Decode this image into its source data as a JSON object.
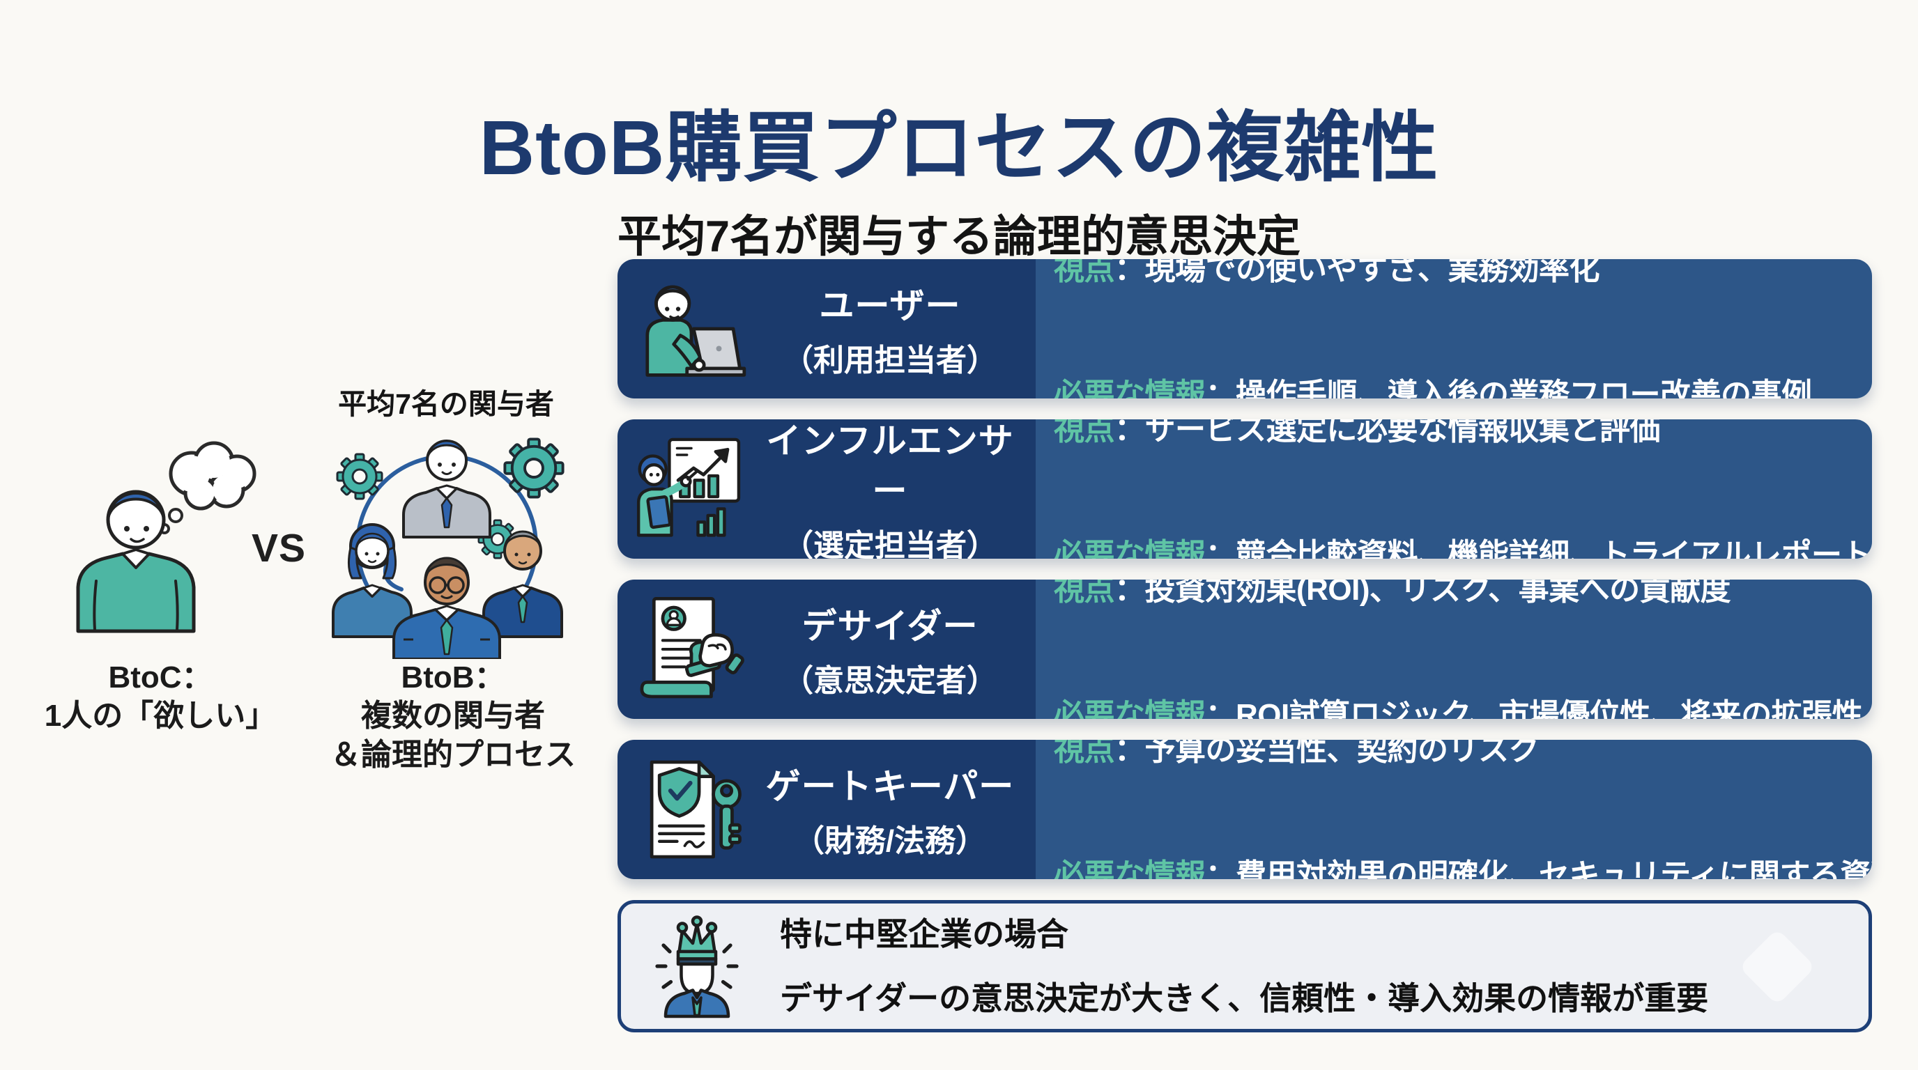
{
  "header": {
    "title": "BtoB購買プロセスの複雑性",
    "subtitle": "平均7名が関与する論理的意思決定"
  },
  "comparison": {
    "group_label": "平均7名の関与者",
    "vs_label": "VS",
    "btoc_caption": {
      "line1": "BtoC：",
      "line2": "1人の「欲しい」"
    },
    "btob_caption": {
      "line1": "BtoB：",
      "line2": "複数の関与者",
      "line3": "＆論理的プロセス"
    },
    "left_illustration": "thinking-person-icon",
    "right_illustration": "stakeholder-group-icon"
  },
  "roles": [
    {
      "icon": "user-laptop-icon",
      "title": "ユーザー",
      "title_sub": "（利用担当者）",
      "viewpoint_label": "視点",
      "viewpoint_text": "：現場での使いやすさ、業務効率化",
      "info_label": "必要な情報",
      "info_text": "：操作手順、導入後の業務フロー改善の事例"
    },
    {
      "icon": "influencer-chart-icon",
      "title": "インフルエンサー",
      "title_sub": "（選定担当者）",
      "viewpoint_label": "視点",
      "viewpoint_text": "：サービス選定に必要な情報収集と評価",
      "info_label": "必要な情報",
      "info_text": "：競合比較資料、機能詳細、トライアルレポート"
    },
    {
      "icon": "decider-stamp-icon",
      "title": "デサイダー",
      "title_sub": "（意思決定者）",
      "viewpoint_label": "視点",
      "viewpoint_text": "：投資対効果(ROI)、リスク、事業への貢献度",
      "info_label": "必要な情報",
      "info_text": "：ROI試算ロジック、市場優位性、将来の拡張性"
    },
    {
      "icon": "gatekeeper-shield-key-icon",
      "title": "ゲートキーパー",
      "title_sub": "（財務/法務）",
      "viewpoint_label": "視点",
      "viewpoint_text": "：予算の妥当性、契約のリスク",
      "info_label": "必要な情報",
      "info_text": "：費用対効果の明確化、セキュリティに関する資料"
    }
  ],
  "note": {
    "icon": "crowned-decider-icon",
    "line1": "特に中堅企業の場合",
    "line2": "デサイダーの意思決定が大きく、信頼性・導入効果の情報が重要"
  },
  "colors": {
    "page_bg": "#faf9f5",
    "title_navy": "#1d3a6e",
    "card_left_bg": "#1b3a6c",
    "card_right_bg": "#2d5688",
    "label_teal": "#5fc4a5",
    "accent_teal": "#4db6a3",
    "illustration_blue": "#2f63ad",
    "note_bg": "#eef0f4",
    "note_border": "#1d3f77"
  }
}
